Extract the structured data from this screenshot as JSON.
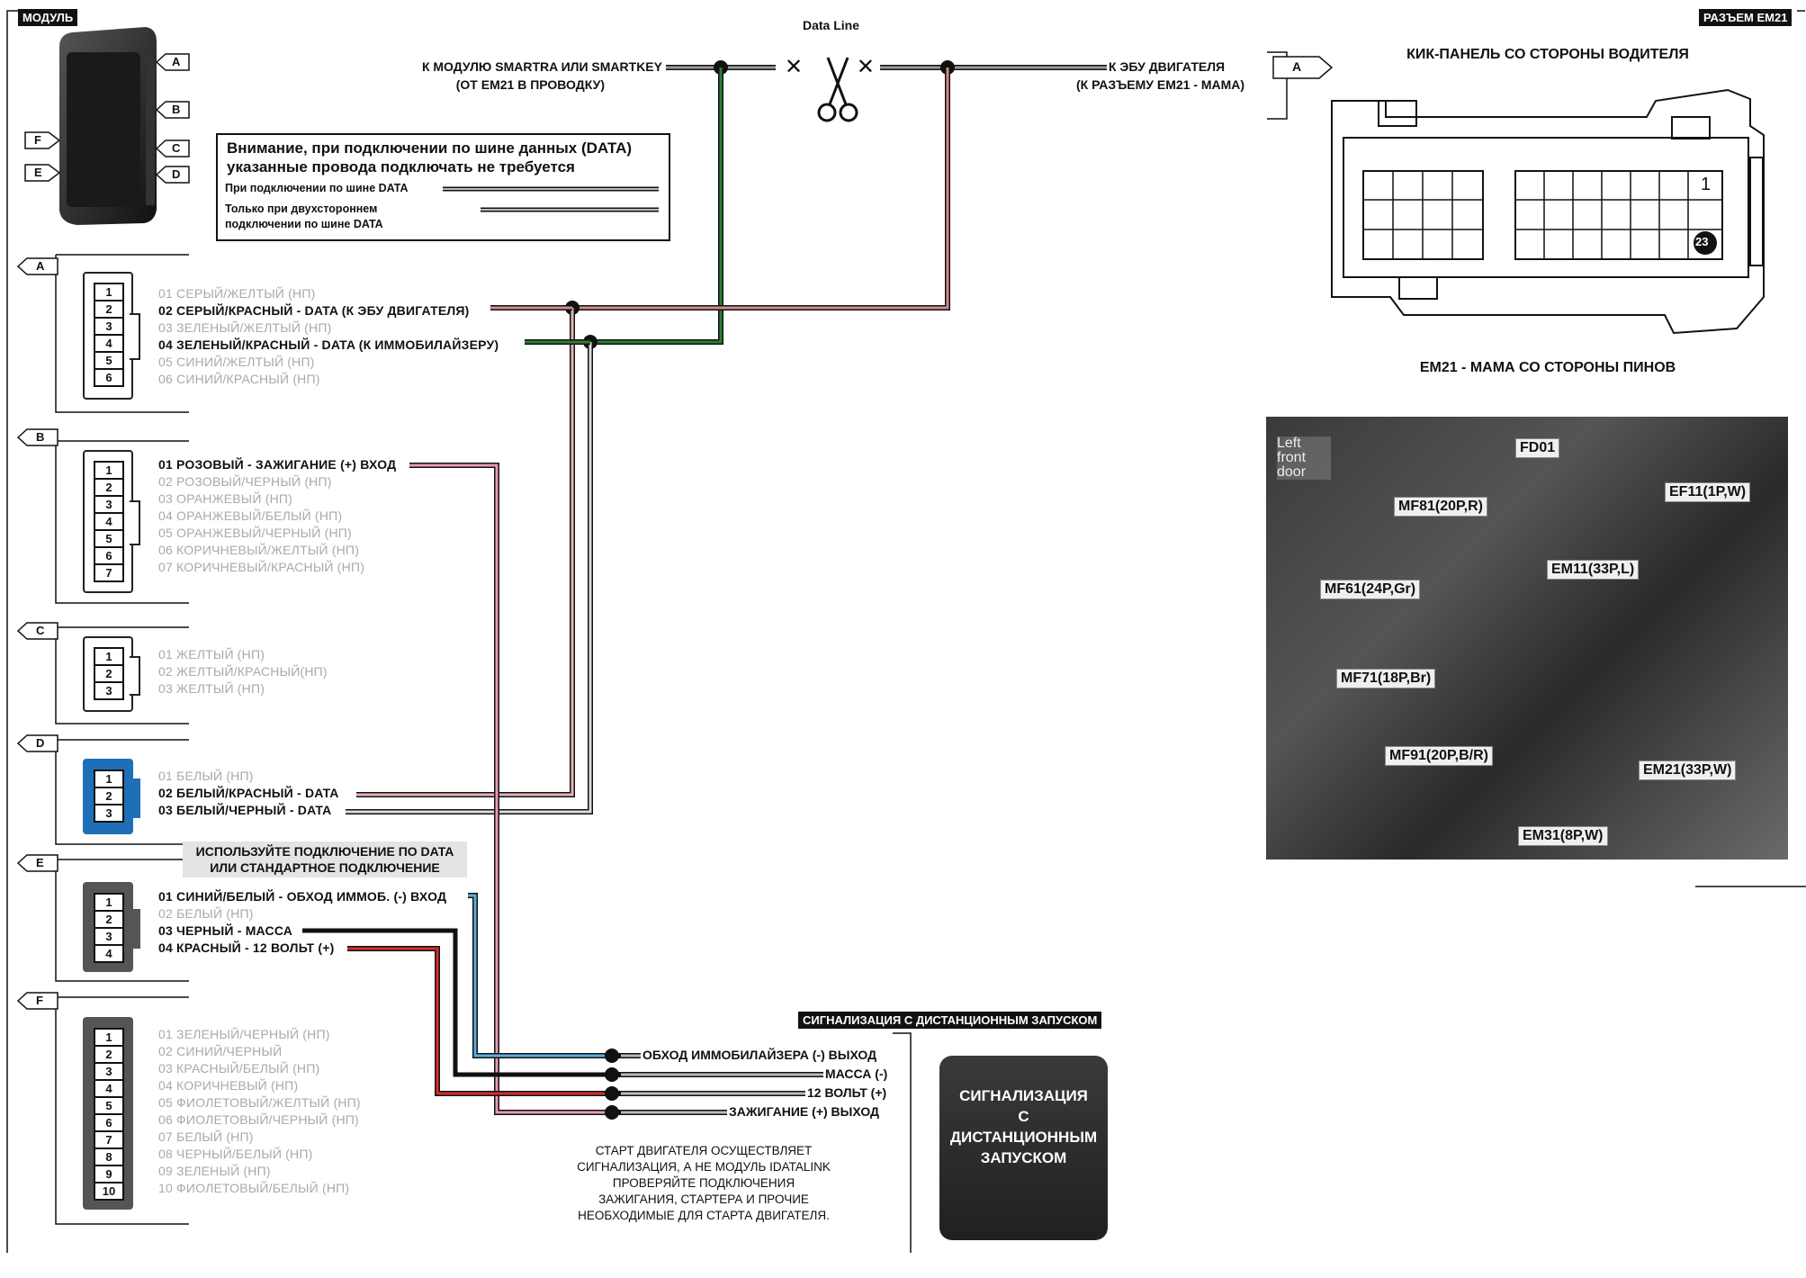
{
  "header": {
    "module_tag": "МОДУЛЬ",
    "connector_tag": "РАЗЪЕМ EM21",
    "data_line": "Data Line",
    "to_smartra_1": "К МОДУЛЮ SMARTRA ИЛИ SMARTKEY",
    "to_smartra_2": "(ОТ EM21 В ПРОВОДКУ)",
    "to_ecu_1": "К ЭБУ ДВИГАТЕЛЯ",
    "to_ecu_2": "(К РАЗЪЕМУ EM21 - МАМА)",
    "arrow_a": "A"
  },
  "notice": {
    "line1": "Внимание, при подключении по шине данных (DATA)",
    "line2": "указанные провода подключать не требуется",
    "legend1": "При подключении по шине DATA",
    "legend2a": "Только при двухстороннем",
    "legend2b": "подключении по шине DATA"
  },
  "module_ports": [
    "A",
    "B",
    "C",
    "D",
    "F",
    "E"
  ],
  "connectors": {
    "A": {
      "letter": "A",
      "pins": [
        "1",
        "2",
        "3",
        "4",
        "5",
        "6"
      ],
      "wires": [
        {
          "t": "01 СЕРЫЙ/ЖЕЛТЫЙ (НП)",
          "a": false
        },
        {
          "t": "02 СЕРЫЙ/КРАСНЫЙ - DATA (К ЭБУ ДВИГАТЕЛЯ)",
          "a": true
        },
        {
          "t": "03 ЗЕЛЕНЫЙ/ЖЕЛТЫЙ (НП)",
          "a": false
        },
        {
          "t": "04 ЗЕЛЕНЫЙ/КРАСНЫЙ - DATA (К ИММОБИЛАЙЗЕРУ)",
          "a": true
        },
        {
          "t": "05 СИНИЙ/ЖЕЛТЫЙ (НП)",
          "a": false
        },
        {
          "t": "06 СИНИЙ/КРАСНЫЙ (НП)",
          "a": false
        }
      ]
    },
    "B": {
      "letter": "B",
      "pins": [
        "1",
        "2",
        "3",
        "4",
        "5",
        "6",
        "7"
      ],
      "wires": [
        {
          "t": "01 РОЗОВЫЙ - ЗАЖИГАНИЕ (+) ВХОД",
          "a": true
        },
        {
          "t": "02 РОЗОВЫЙ/ЧЕРНЫЙ (НП)",
          "a": false
        },
        {
          "t": "03 ОРАНЖЕВЫЙ (НП)",
          "a": false
        },
        {
          "t": "04 ОРАНЖЕВЫЙ/БЕЛЫЙ (НП)",
          "a": false
        },
        {
          "t": "05 ОРАНЖЕВЫЙ/ЧЕРНЫЙ (НП)",
          "a": false
        },
        {
          "t": "06 КОРИЧНЕВЫЙ/ЖЕЛТЫЙ (НП)",
          "a": false
        },
        {
          "t": "07 КОРИЧНЕВЫЙ/КРАСНЫЙ (НП)",
          "a": false
        }
      ]
    },
    "C": {
      "letter": "C",
      "pins": [
        "1",
        "2",
        "3"
      ],
      "wires": [
        {
          "t": "01 ЖЕЛТЫЙ (НП)",
          "a": false
        },
        {
          "t": "02 ЖЕЛТЫЙ/КРАСНЫЙ(НП)",
          "a": false
        },
        {
          "t": "03 ЖЕЛТЫЙ (НП)",
          "a": false
        }
      ]
    },
    "D": {
      "letter": "D",
      "pins": [
        "1",
        "2",
        "3"
      ],
      "wires": [
        {
          "t": "01 БЕЛЫЙ (НП)",
          "a": false
        },
        {
          "t": "02 БЕЛЫЙ/КРАСНЫЙ - DATA",
          "a": true
        },
        {
          "t": "03 БЕЛЫЙ/ЧЕРНЫЙ - DATA",
          "a": true
        }
      ]
    },
    "E": {
      "letter": "E",
      "pins": [
        "1",
        "2",
        "3",
        "4"
      ],
      "wires": [
        {
          "t": "01 СИНИЙ/БЕЛЫЙ - ОБХОД ИММОБ. (-) ВХОД",
          "a": true
        },
        {
          "t": "02 БЕЛЫЙ (НП)",
          "a": false
        },
        {
          "t": "03 ЧЕРНЫЙ - МАССА",
          "a": true
        },
        {
          "t": "04 КРАСНЫЙ - 12 ВОЛЬТ (+)",
          "a": true
        }
      ]
    },
    "F": {
      "letter": "F",
      "pins": [
        "1",
        "2",
        "3",
        "4",
        "5",
        "6",
        "7",
        "8",
        "9",
        "10"
      ],
      "wires": [
        {
          "t": "01 ЗЕЛЕНЫЙ/ЧЕРНЫЙ (НП)",
          "a": false
        },
        {
          "t": "02 СИНИЙ/ЧЕРНЫЙ",
          "a": false
        },
        {
          "t": "03 КРАСНЫЙ/БЕЛЫЙ (НП)",
          "a": false
        },
        {
          "t": "04 КОРИЧНЕВЫЙ (НП)",
          "a": false
        },
        {
          "t": "05 ФИОЛЕТОВЫЙ/ЖЕЛТЫЙ (НП)",
          "a": false
        },
        {
          "t": "06 ФИОЛЕТОВЫЙ/ЧЕРНЫЙ (НП)",
          "a": false
        },
        {
          "t": "07 БЕЛЫЙ (НП)",
          "a": false
        },
        {
          "t": "08 ЧЕРНЫЙ/БЕЛЫЙ (НП)",
          "a": false
        },
        {
          "t": "09 ЗЕЛЕНЫЙ (НП)",
          "a": false
        },
        {
          "t": "10 ФИОЛЕТОВЫЙ/БЕЛЫЙ (НП)",
          "a": false
        }
      ]
    }
  },
  "choice_note": {
    "line1": "ИСПОЛЬЗУЙТЕ  ПОДКЛЮЧЕНИЕ ПО DATA",
    "line2": "ИЛИ  СТАНДАРТНОЕ ПОДКЛЮЧЕНИЕ"
  },
  "alarm": {
    "tag": "СИГНАЛИЗАЦИЯ С ДИСТАНЦИОННЫМ ЗАПУСКОМ",
    "out1": "ОБХОД ИММОБИЛАЙЗЕРА (-) ВЫХОД",
    "out2": "МАССА (-)",
    "out3": "12 ВОЛЬТ (+)",
    "out4": "ЗАЖИГАНИЕ (+) ВЫХОД",
    "box": [
      "СИГНАЛИЗАЦИЯ",
      "С",
      "ДИСТАНЦИОННЫМ",
      "ЗАПУСКОМ"
    ],
    "warn": [
      "СТАРТ ДВИГАТЕЛЯ ОСУЩЕСТВЛЯЕТ",
      "СИГНАЛИЗАЦИЯ, А НЕ МОДУЛЬ IDATALINK",
      "ПРОВЕРЯЙТЕ ПОДКЛЮЧЕНИЯ",
      "ЗАЖИГАНИЯ, СТАРТЕРА И ПРОЧИЕ",
      "НЕОБХОДИМЫЕ ДЛЯ СТАРТА ДВИГАТЕЛЯ."
    ]
  },
  "right_panel": {
    "kick_title": "КИК-ПАНЕЛЬ СО СТОРОНЫ ВОДИТЕЛЯ",
    "pin1": "1",
    "pin23": "23",
    "em21_caption": "EM21 - МАМА СО СТОРОНЫ ПИНОВ",
    "photo_labels": {
      "door": "Left front door",
      "fd01": "FD01",
      "ef11": "EF11(1P,W)",
      "mf81": "MF81(20P,R)",
      "em11": "EM11(33P,L)",
      "mf61": "MF61(24P,Gr)",
      "mf71": "MF71(18P,Br)",
      "mf91": "MF91(20P,B/R)",
      "em21": "EM21(33P,W)",
      "em31": "EM31(8P,W)"
    }
  },
  "colors": {
    "green": "#2e7d32",
    "pink": "#e89ab8",
    "red": "#d32f2f",
    "blue": "#5aaee0",
    "connector_d": "#1f6fb8",
    "gray_wire": "#8a8a8a",
    "rose_wire": "#d08a8a"
  }
}
